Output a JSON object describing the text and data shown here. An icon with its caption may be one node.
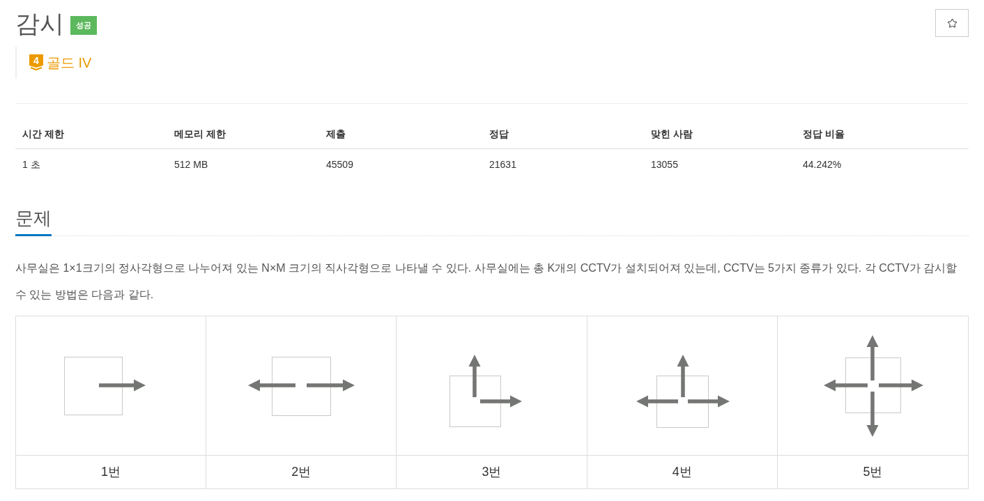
{
  "diagram": {
    "title": "감시",
    "nodes": [
      {
        "text": [],
        "shape": "box"
      },
      {
        "text": [],
        "shape": "box"
      },
      {
        "text": [],
        "shape": "box"
      },
      {
        "text": [],
        "shape": "box"
      },
      {
        "text": [],
        "shape": "box"
      }
    ],
    "labels": [
      "성공",
      "4",
      "골드 IV",
      "시간 제한",
      "메모리 제한",
      "제출",
      "정답",
      "맞힌 사람",
      "정답 비율",
      "1 초",
      "512 MB",
      "45509",
      "21631",
      "13055",
      "44.242%",
      "문제",
      "사무실은 1×1크기의 정사각형으로 나누어져 있는 N×M 크기의 직사각형으로 나타낼 수 있다. 사무실에는 총 K개의 CCTV가 설치되어져 있는데, CCTV는 5가지 종류가 있다. 각 CCTV가 감시할 수 있는 방법은 다음과 같다.",
      "1번",
      "2번",
      "3번",
      "4번",
      "5번"
    ]
  }
}
